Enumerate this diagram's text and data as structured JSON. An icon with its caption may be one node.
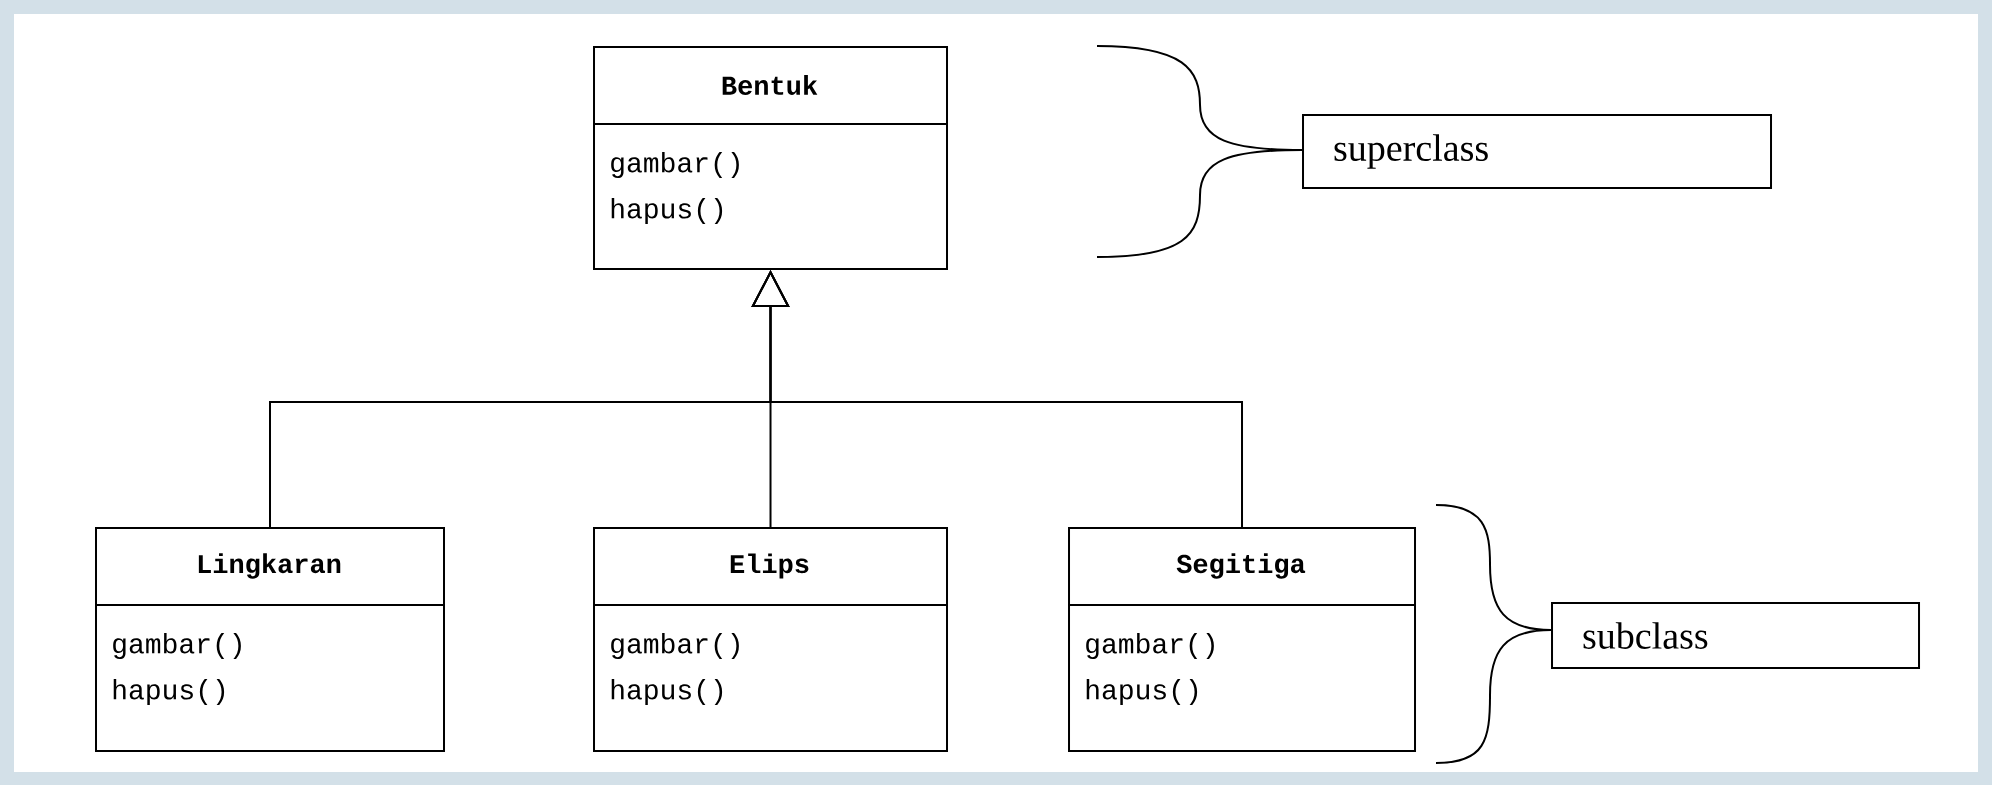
{
  "diagram": {
    "nodes": [
      {
        "text": [
          "Bentuk",
          "gambar()",
          "hapus()"
        ]
      },
      {
        "text": [
          "Lingkaran",
          "gambar()",
          "hapus()"
        ]
      },
      {
        "text": [
          "Elips",
          "gambar()",
          "hapus()"
        ]
      },
      {
        "text": [
          "Segitiga",
          "gambar()",
          "hapus()"
        ]
      },
      {
        "text": [
          "superclass"
        ]
      },
      {
        "text": [
          "subclass"
        ]
      }
    ],
    "edges": [
      {
        "from": 1,
        "to": 0,
        "arrow": "to"
      },
      {
        "from": 2,
        "to": 0,
        "arrow": "to"
      },
      {
        "from": 3,
        "to": 0,
        "arrow": "to"
      }
    ]
  }
}
